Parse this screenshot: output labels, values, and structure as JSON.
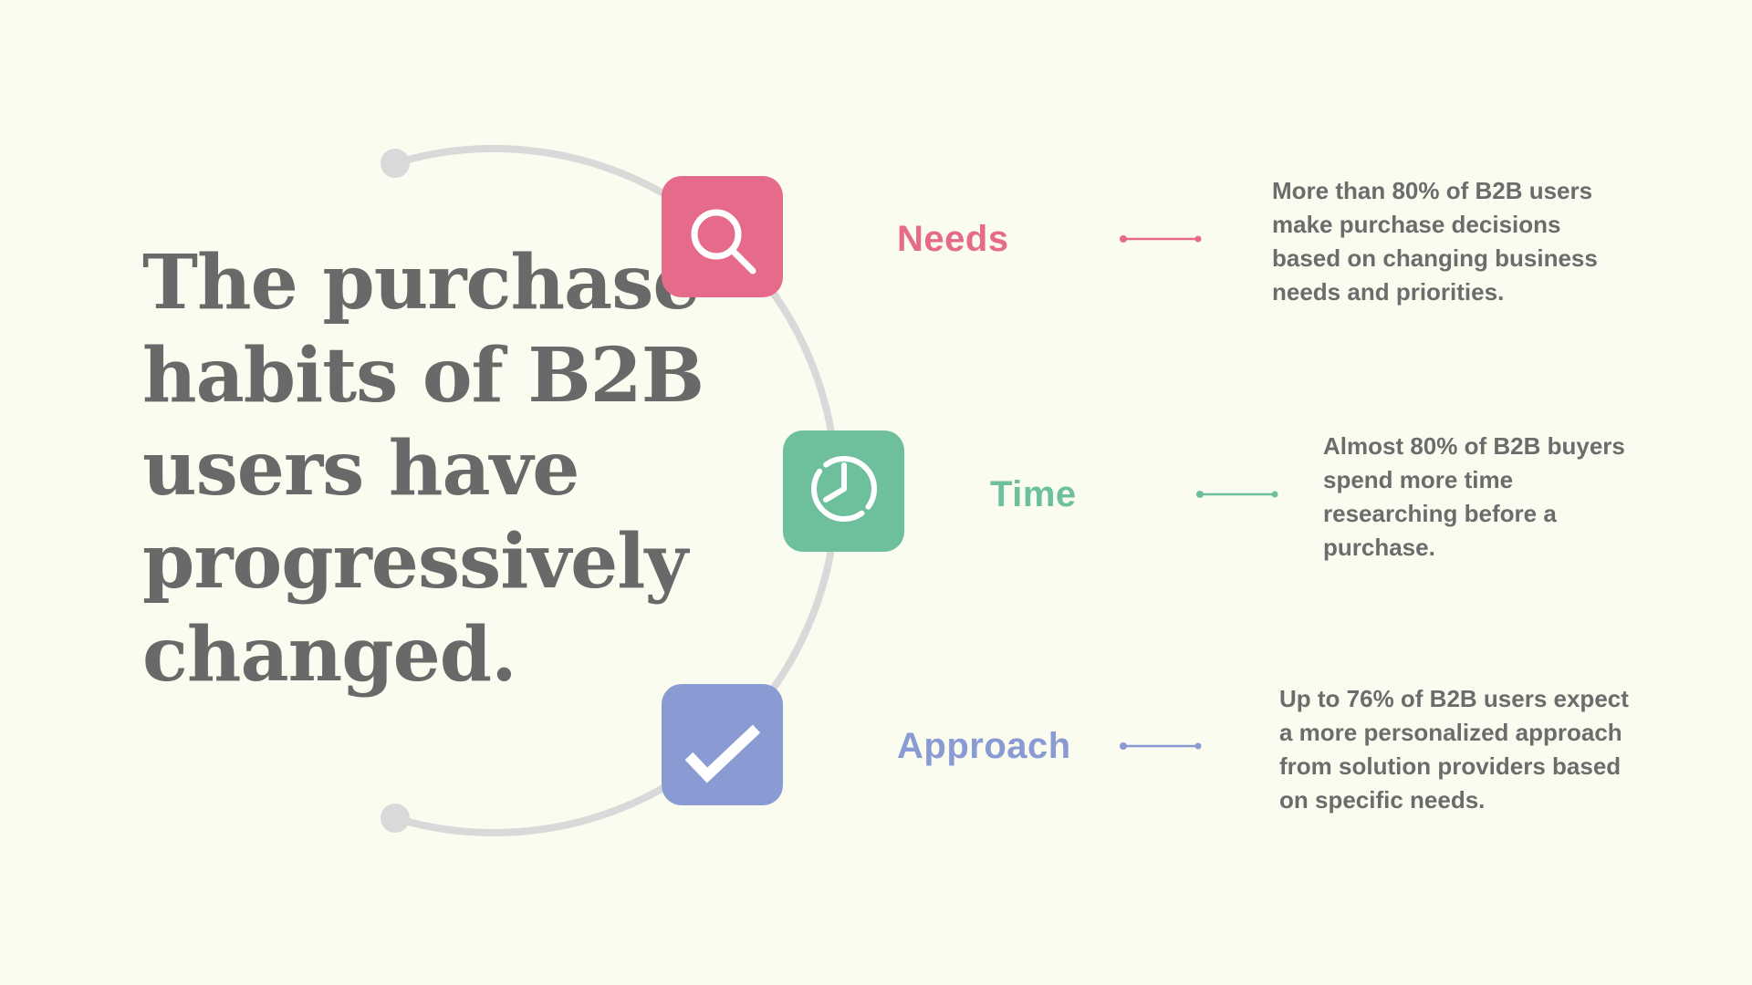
{
  "background_color": "#FAFCF0",
  "arc": {
    "color": "#D9D9D9"
  },
  "title": {
    "lines": [
      "The purchase",
      "habits of B2B",
      "users have",
      "progressively",
      "changed."
    ],
    "color": "#696969"
  },
  "text_color": "#6C6C6C",
  "items": [
    {
      "label": "Needs",
      "color": "#E66A8A",
      "icon": "search-icon",
      "description_lines": [
        "More than 80% of B2B users",
        "make purchase decisions",
        "based on changing business",
        "needs and priorities."
      ]
    },
    {
      "label": "Time",
      "color": "#6EC09C",
      "icon": "clock-icon",
      "description_lines": [
        "Almost 80% of B2B buyers",
        "spend more time",
        "researching before a",
        "purchase."
      ]
    },
    {
      "label": "Approach",
      "color": "#8A9BD4",
      "icon": "checkmark-icon",
      "description_lines": [
        "Up to 76% of B2B users expect",
        "a more personalized approach",
        "from solution providers based",
        "on specific needs."
      ]
    }
  ]
}
